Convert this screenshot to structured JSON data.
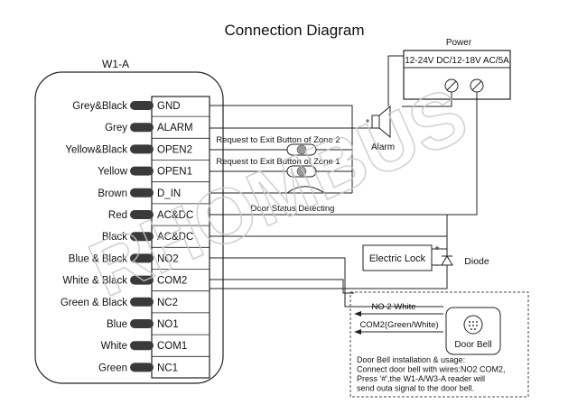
{
  "title": "Connection Diagram",
  "device": {
    "name": "W1-A",
    "rows": [
      {
        "wire": "Grey&Black",
        "pin": "GND"
      },
      {
        "wire": "Grey",
        "pin": "ALARM"
      },
      {
        "wire": "Yellow&Black",
        "pin": "OPEN2"
      },
      {
        "wire": "Yellow",
        "pin": "OPEN1"
      },
      {
        "wire": "Brown",
        "pin": "D_IN"
      },
      {
        "wire": "Red",
        "pin": "AC&DC"
      },
      {
        "wire": "Black",
        "pin": "AC&DC"
      },
      {
        "wire": "Blue & Black",
        "pin": "NO2"
      },
      {
        "wire": "White & Black",
        "pin": "COM2"
      },
      {
        "wire": "Green & Black",
        "pin": "NC2"
      },
      {
        "wire": "Blue",
        "pin": "NO1"
      },
      {
        "wire": "White",
        "pin": "COM1"
      },
      {
        "wire": "Green",
        "pin": "NC1"
      }
    ]
  },
  "power": {
    "title": "Power",
    "spec": "12-24V DC/12-18V AC/5A"
  },
  "labels": {
    "exit_zone2": "Request to Exit Button of Zone 2",
    "exit_zone1": "Request to Exit Button of Zone 1",
    "door_status": "Door Status Detecting",
    "alarm": "Alarm",
    "electric_lock": "Electric Lock",
    "plus": "+",
    "minus": "-",
    "diode": "Diode"
  },
  "doorbell": {
    "no2_label": "NO 2 White",
    "com2_label": "COM2(Green/White)",
    "name": "Door Bell",
    "note_lines": [
      "Door Bell installation & usage:",
      "Connect door bell with wires:NO2 COM2,",
      "Press '#',the W1-A/W3-A reader will",
      "send outa signal to the door bell."
    ]
  },
  "watermark": "RHOMBUS",
  "colors": {
    "line": "#222222",
    "wire_cap": "#3a3a3a",
    "watermark": "#c8c8c8",
    "button_gray": "#9a9a9a"
  }
}
